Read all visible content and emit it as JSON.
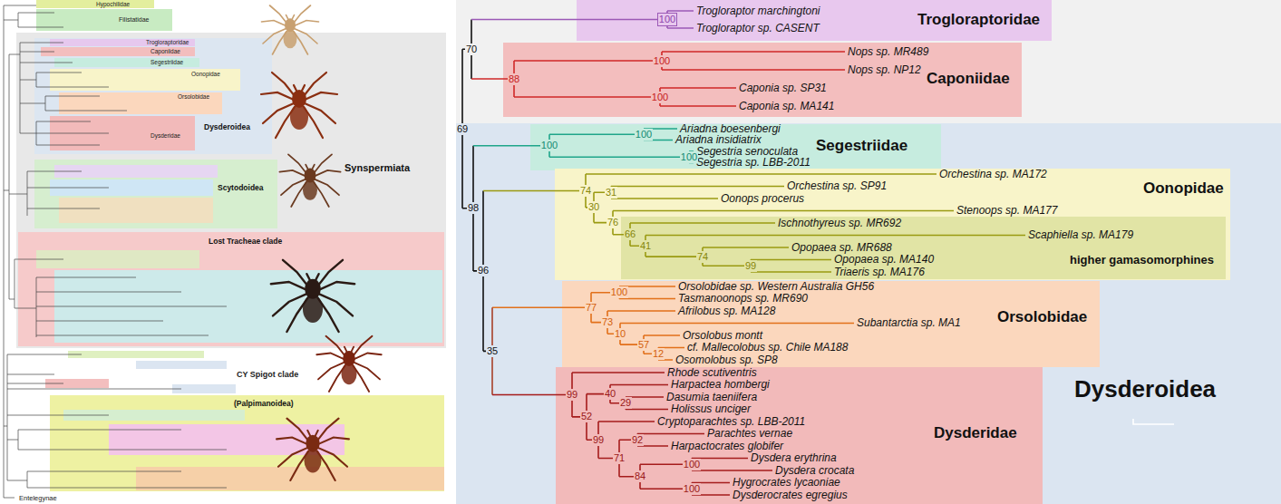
{
  "diagram": {
    "nodes": [
      {
        "text": [
          "Synspermiata"
        ]
      },
      {
        "text": [
          "Dysderoidea"
        ],
        "in": 0
      },
      {
        "text": [
          "Scytodoidea"
        ],
        "in": 0
      },
      {
        "text": [
          "Lost Tracheae clade"
        ],
        "in": 0
      },
      {
        "text": [
          "(Palpimanoidea)"
        ]
      },
      {
        "text": [
          "Trogloraptoridae",
          "Trogloraptor marchingtoni",
          "Trogloraptor sp. CASENT"
        ]
      },
      {
        "text": [
          "Caponiidae",
          "Nops sp. MR489",
          "Nops sp. NP12",
          "Caponia sp. SP31",
          "Caponia sp. MA141"
        ]
      },
      {
        "text": [
          "Dysderoidea"
        ]
      },
      {
        "text": [
          "Segestriidae",
          "Ariadna boesenbergi",
          "Ariadna insidiatrix",
          "Segestria senoculata",
          "Segestria sp. LBB-2011"
        ],
        "in": 7
      },
      {
        "text": [
          "Oonopidae",
          "Orchestina sp. MA172",
          "Orchestina sp. SP91",
          "Oonops procerus",
          "Stenoops sp. MA177"
        ],
        "in": 7
      },
      {
        "text": [
          "higher gamasomorphines",
          "Ischnothyreus sp. MR692",
          "Scaphiella sp. MA179",
          "Opopaea sp. MR688",
          "Opopaea sp. MA140",
          "Triaeris sp. MA176"
        ],
        "in": 9
      },
      {
        "text": [
          "Orsolobidae",
          "Orsolobidae sp. Western Australia GH56",
          "Tasmanoonops sp. MR690",
          "Afrilobus sp. MA128",
          "Subantarctia sp. MA1",
          "Orsolobus montt",
          "cf. Mallecolobus sp. Chile MA188",
          "Osomolobus sp. SP8"
        ],
        "in": 7
      },
      {
        "text": [
          "Dysderidae",
          "Rhode scutiventris",
          "Harpactea hombergi",
          "Dasumia taeniifera",
          "Holissus unciger",
          "Cryptoparachtes sp. LBB-2011",
          "Parachtes vernae",
          "Harpactocrates globifer",
          "Dysdera erythrina",
          "Dysdera crocata",
          "Hygrocrates lycaoniae",
          "Dysderocrates egregius"
        ],
        "in": 7
      }
    ],
    "labels": [
      "Hypochilidae",
      "Filistatidae",
      "Trogloraptoridae",
      "Caponiidae",
      "Segestriidae",
      "Oonopidae",
      "Orsolobidae",
      "Dysderidae",
      "CY Spigot clade",
      "Entelegynae",
      "100",
      "70",
      "100",
      "88",
      "100",
      "69",
      "100",
      "100",
      "100",
      "74",
      "31",
      "30",
      "98",
      "76",
      "66",
      "41",
      "74",
      "99",
      "96",
      "100",
      "77",
      "73",
      "10",
      "57",
      "35",
      "12",
      "40",
      "99",
      "29",
      "52",
      "99",
      "92",
      "71",
      "100",
      "84",
      "100"
    ]
  }
}
